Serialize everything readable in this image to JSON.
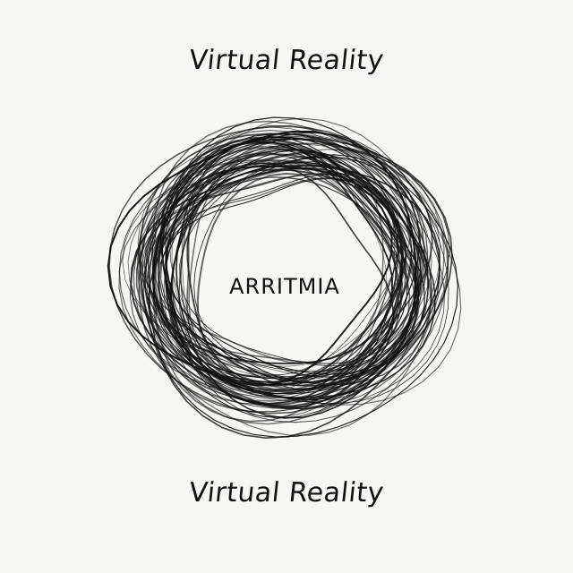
{
  "cover": {
    "title_top": "Virtual Reality",
    "title_bottom": "Virtual Reality",
    "center_label": "ARRITMIA"
  },
  "colors": {
    "background": "#f6f6f5",
    "ink": "#111111"
  },
  "icons": {
    "scribble": "scribbled-circle-icon"
  }
}
